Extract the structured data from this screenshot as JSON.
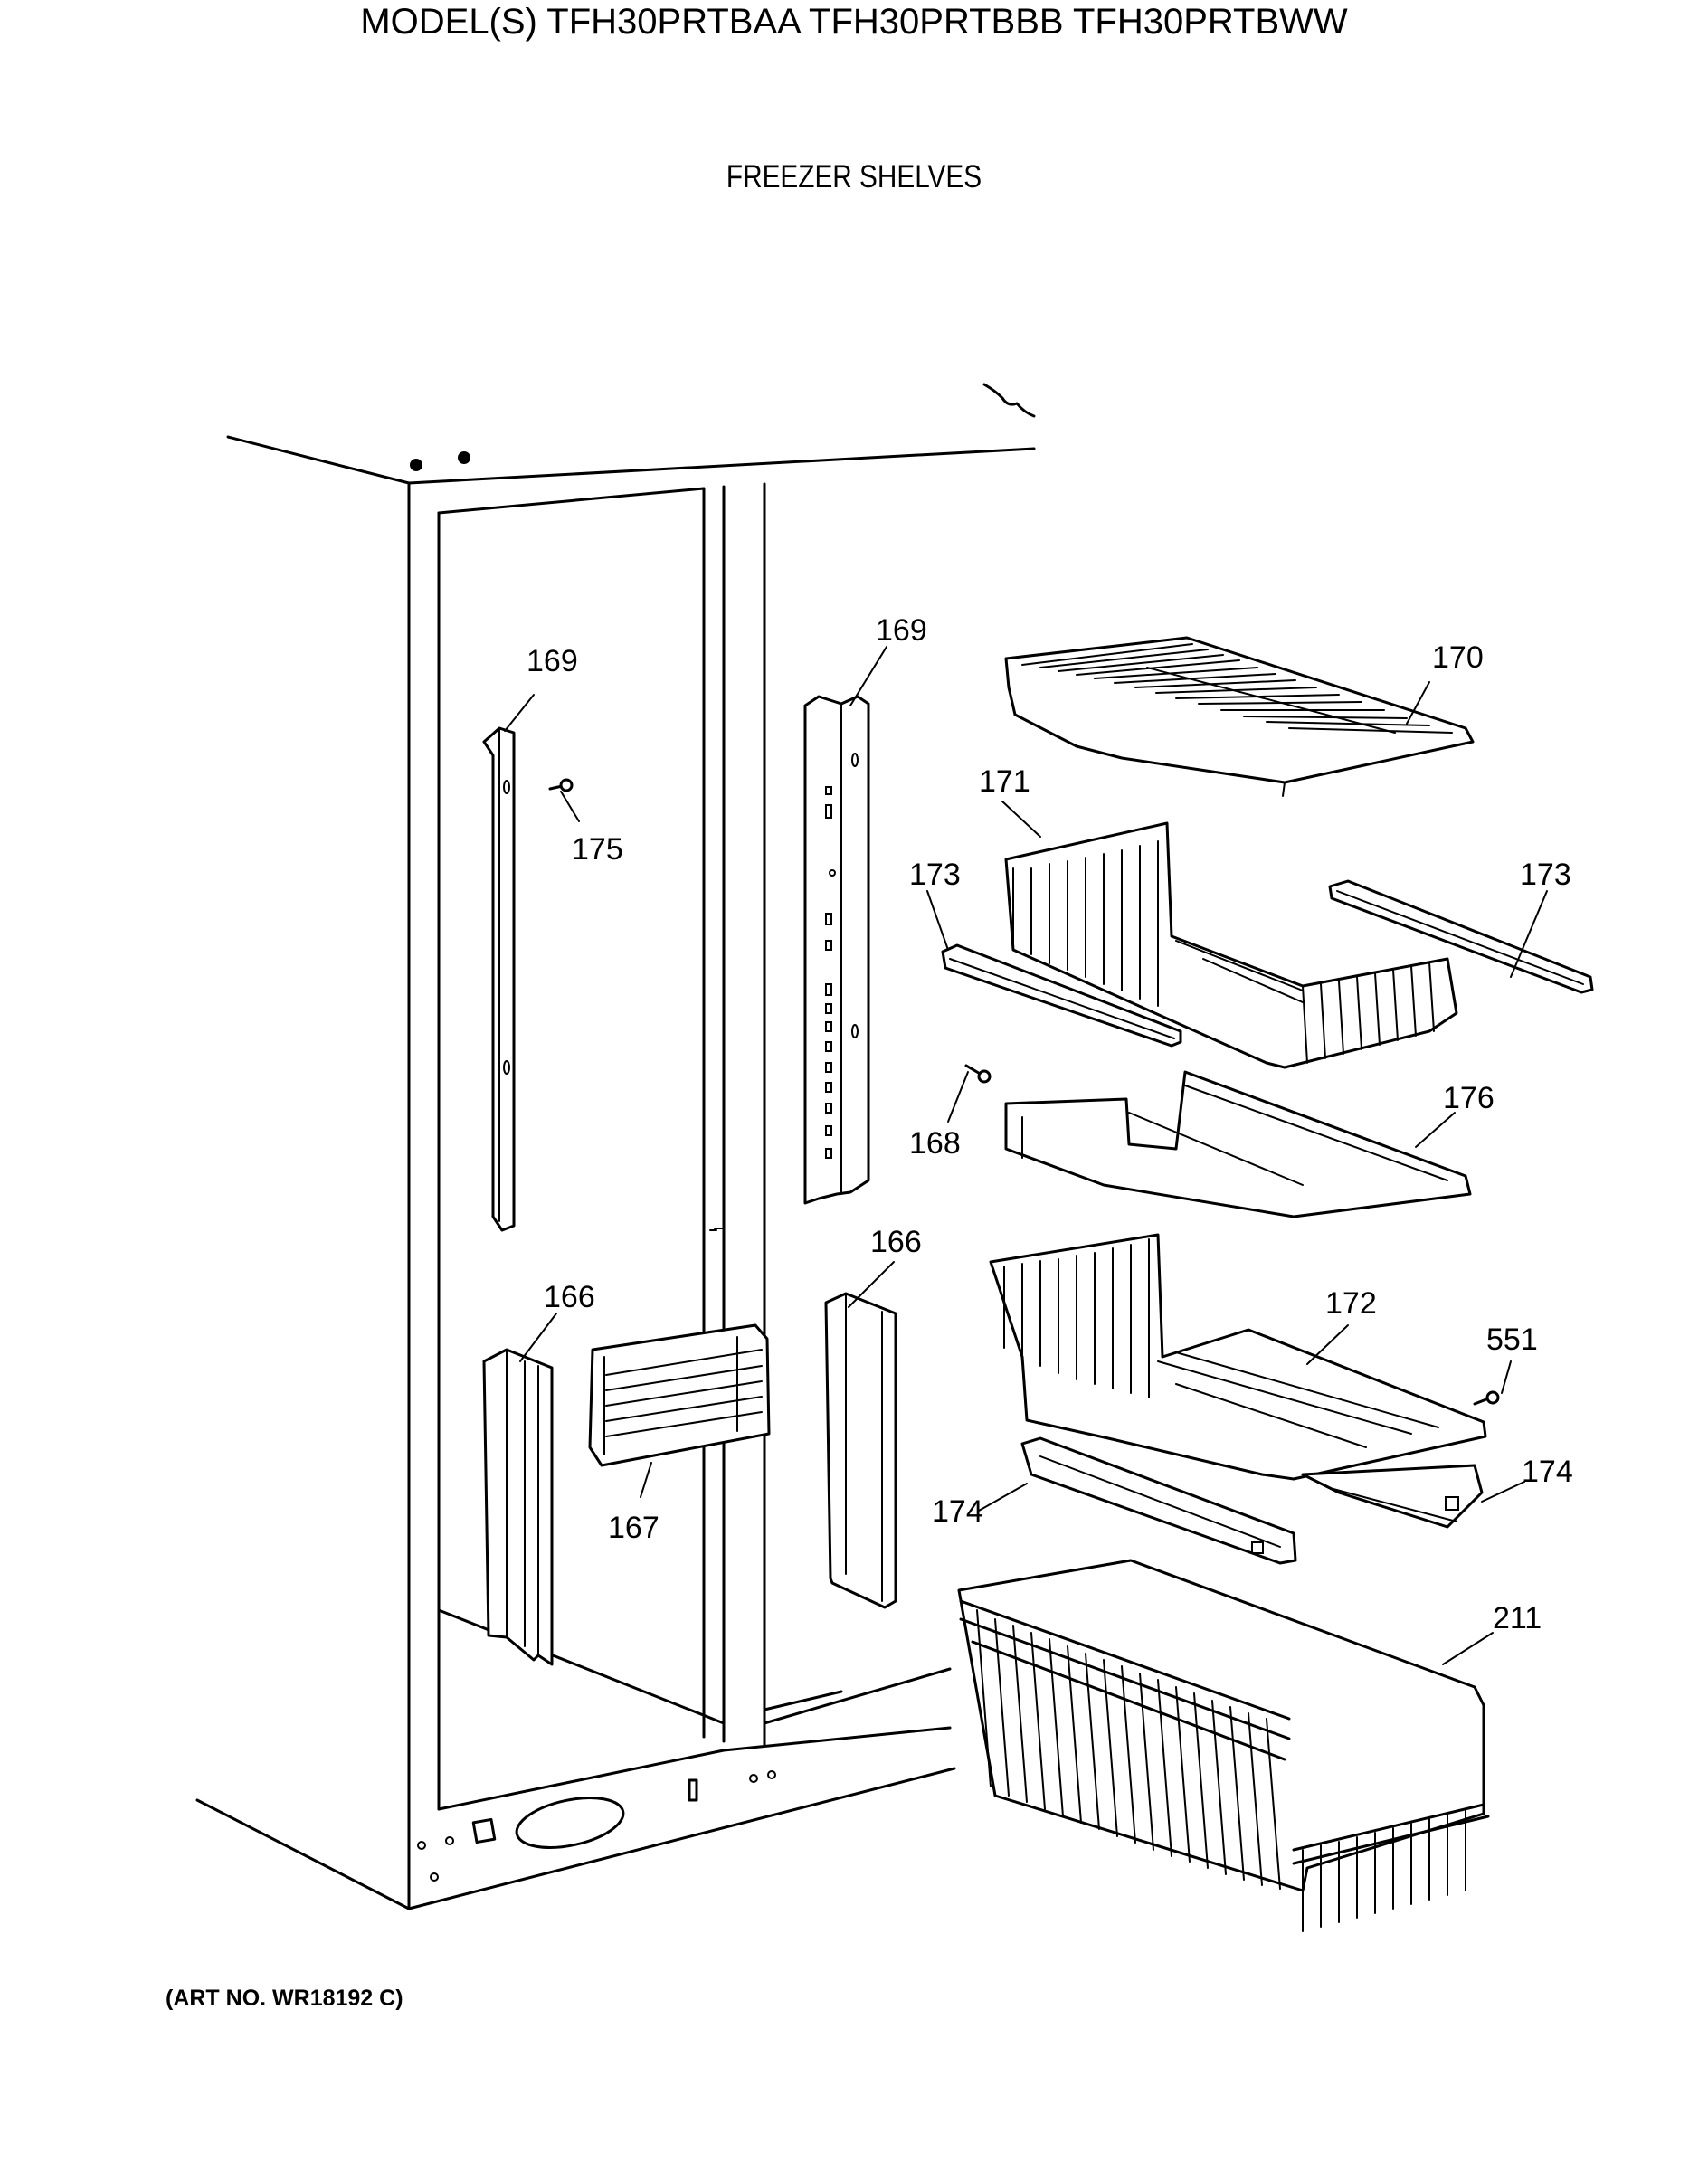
{
  "header": {
    "model_title": "MODEL(S) TFH30PRTBAA  TFH30PRTBBB  TFH30PRTBWW"
  },
  "diagram": {
    "title": "FREEZER SHELVES",
    "callouts": {
      "c169_left": "169",
      "c169_right": "169",
      "c175": "175",
      "c170": "170",
      "c171": "171",
      "c173_left": "173",
      "c173_right": "173",
      "c168": "168",
      "c176": "176",
      "c166_right": "166",
      "c166_left": "166",
      "c172": "172",
      "c551": "551",
      "c174_right": "174",
      "c174_left": "174",
      "c167": "167",
      "c211": "211"
    }
  },
  "footer": {
    "art_no": "(ART NO. WR18192 C)"
  }
}
